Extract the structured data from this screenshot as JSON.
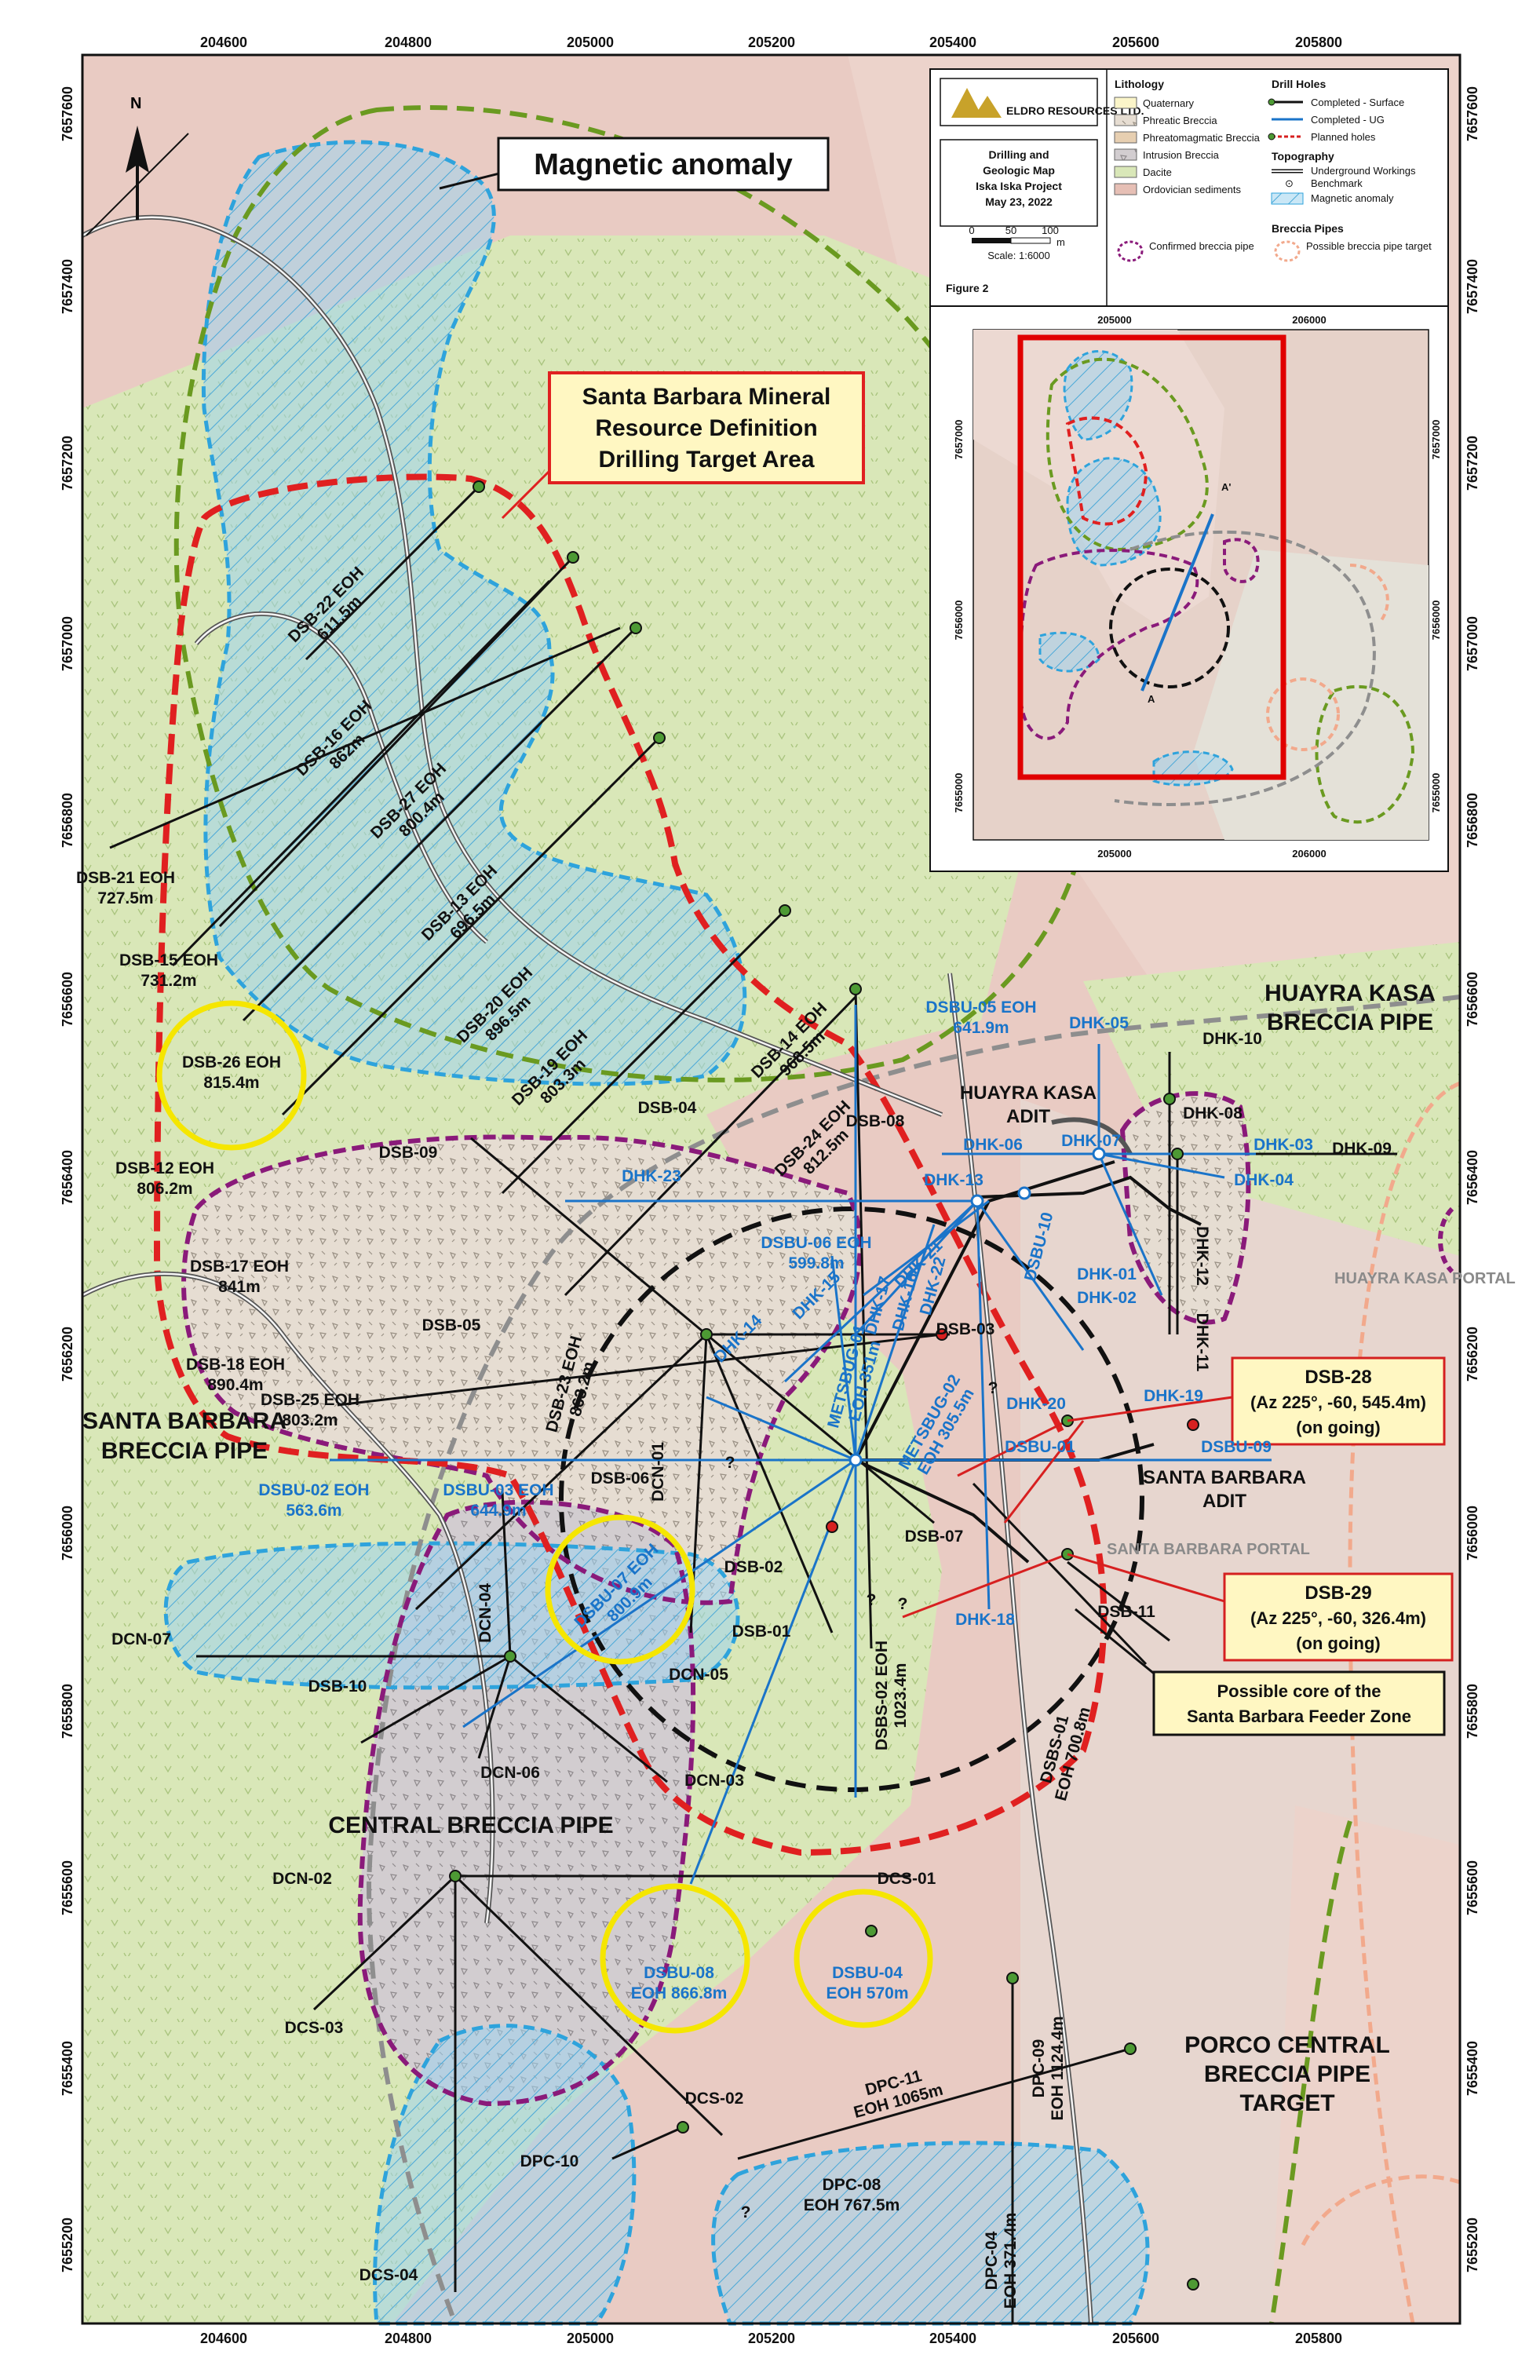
{
  "colors": {
    "background": "#e8c8c0",
    "ordovician": "#d9e7b8",
    "breccia_fill": "#e6ddd2",
    "central_fill": "#cfc9cc",
    "magnetic_anomaly": "#7ec3e6",
    "confirmed_pipe": "#8a1a7a",
    "target_area": "#e02020",
    "possible_pipe": "#f2a98c",
    "green_dash": "#6a9a20",
    "gray_dash": "#8e8e8e",
    "black_dash": "#111111",
    "drill_surface": "#111111",
    "drill_ug": "#1a74c9",
    "planned": "#d72020",
    "highlight_circle": "#f5e600",
    "callout_fill": "#fff7c2",
    "callout_border": "#d42020"
  },
  "axes": {
    "x_ticks": [
      "204600",
      "204800",
      "205000",
      "205200",
      "205400",
      "205600",
      "205800"
    ],
    "y_ticks": [
      "7657600",
      "7657400",
      "7657200",
      "7657000",
      "7656800",
      "7656600",
      "7656400",
      "7656200",
      "7656000",
      "7655800",
      "7655600",
      "7655400",
      "7655200"
    ]
  },
  "callouts": {
    "magnetic": "Magnetic anomaly",
    "target": [
      "Santa Barbara Mineral",
      "Resource Definition",
      "Drilling Target Area"
    ],
    "dsb28": [
      "DSB-28",
      "(Az 225°, -60, 545.4m)",
      "(on going)"
    ],
    "dsb29": [
      "DSB-29",
      "(Az 225°, -60, 326.4m)",
      "(on going)"
    ],
    "feeder": [
      "Possible core of the",
      "Santa Barbara Feeder Zone"
    ]
  },
  "area_labels": {
    "huayra_kasa_pipe": [
      "HUAYRA KASA",
      "BRECCIA PIPE"
    ],
    "huayra_kasa_adit": [
      "HUAYRA KASA",
      "ADIT"
    ],
    "huayra_kasa_portal": "HUAYRA KASA\nPORTAL",
    "santa_barbara_pipe": [
      "SANTA BARBARA",
      "BRECCIA PIPE"
    ],
    "santa_barbara_adit": [
      "SANTA BARBARA",
      "ADIT"
    ],
    "santa_barbara_portal": "SANTA BARBARA PORTAL",
    "central_pipe": "CENTRAL BRECCIA PIPE",
    "porco": [
      "PORCO CENTRAL",
      "BRECCIA PIPE",
      "TARGET"
    ],
    "north": "N"
  },
  "drill_labels_black": [
    [
      "DSB-22 EOH",
      "611.5m"
    ],
    [
      "DSB-16 EOH",
      "862m"
    ],
    [
      "DSB-27 EOH",
      "800.4m"
    ],
    [
      "DSB-13 EOH",
      "696.5m"
    ],
    [
      "DSB-21 EOH",
      "727.5m"
    ],
    [
      "DSB-15 EOH",
      "731.2m"
    ],
    [
      "DSB-26 EOH",
      "815.4m"
    ],
    [
      "DSB-20 EOH",
      "896.5m"
    ],
    [
      "DSB-19 EOH",
      "803.3m"
    ],
    [
      "DSB-14 EOH",
      "968.5m"
    ],
    [
      "DSB-24 EOH",
      "812.5m"
    ],
    [
      "DSB-12 EOH",
      "806.2m"
    ],
    [
      "DSB-17 EOH",
      "841m"
    ],
    [
      "DSB-18 EOH",
      "890.4m"
    ],
    [
      "DSB-25 EOH",
      "803.2m"
    ],
    [
      "DSB-23 EOH",
      "863.2m"
    ],
    [
      "DSBS-02 EOH",
      "1023.4m"
    ],
    [
      "DSBS-01",
      "EOH 700.8m"
    ],
    [
      "DPC-11",
      "EOH 1065m"
    ],
    [
      "DPC-09",
      "EOH 1124.4m"
    ],
    [
      "DPC-08",
      "EOH 767.5m"
    ],
    [
      "DPC-04",
      "EOH 371.4m"
    ]
  ],
  "drill_ids_black": [
    "DSB-04",
    "DSB-08",
    "DSB-09",
    "DSB-05",
    "DSB-03",
    "DSB-06",
    "DSB-02",
    "DSB-01",
    "DSB-07",
    "DSB-10",
    "DSB-11",
    "DCN-01",
    "DCN-04",
    "DCN-07",
    "DCN-05",
    "DCN-06",
    "DCN-03",
    "DCN-02",
    "DCS-01",
    "DCS-03",
    "DCS-02",
    "DCS-04",
    "DPC-10",
    "DHK-10",
    "DHK-08",
    "DHK-09",
    "DHK-12",
    "DHK-11"
  ],
  "drill_labels_blue": [
    [
      "DSBU-05 EOH",
      "641.9m"
    ],
    [
      "DSBU-06 EOH",
      "599.8m"
    ],
    [
      "DSBU-02 EOH",
      "563.6m"
    ],
    [
      "DSBU-03 EOH",
      "644.9m"
    ],
    [
      "DSBU-07 EOH",
      "800.9m"
    ],
    [
      "DSBU-08",
      "EOH 866.8m"
    ],
    [
      "DSBU-04",
      "EOH 570m"
    ],
    [
      "METSBUG-01",
      "EOH 351m"
    ],
    [
      "METSBUG-02",
      "EOH 305.5m"
    ]
  ],
  "drill_ids_blue": [
    "DHK-05",
    "DHK-06",
    "DHK-07",
    "DHK-03",
    "DHK-04",
    "DHK-23",
    "DHK-13",
    "DHK-21",
    "DHK-15",
    "DHK-14",
    "DHK-19",
    "DHK-17",
    "DHK-22",
    "DSBU-10",
    "DHK-01",
    "DHK-02",
    "DHK-20",
    "DSBU-01",
    "DSBU-09",
    "DHK-18",
    "DHK-16"
  ],
  "question_marks": [
    "?",
    "?",
    "?",
    "?",
    "?"
  ],
  "legend": {
    "company": "ELDRO RESOURCES LTD.",
    "title": [
      "Drilling and",
      "Geologic Map",
      "Iska Iska Project",
      "May 23, 2022"
    ],
    "scale_ticks": [
      "0",
      "50",
      "100",
      "m"
    ],
    "scale_text": "Scale: 1:6000",
    "figure": "Figure 2",
    "lithology_head": "Lithology",
    "lithology": [
      "Quaternary",
      "Phreatic Breccia",
      "Phreatomagmatic Breccia",
      "Intrusion Breccia",
      "Dacite",
      "Ordovician sediments"
    ],
    "drill_head": "Drill Holes",
    "drill_items": [
      "Completed - Surface",
      "Completed - UG",
      "Planned holes"
    ],
    "topo_head": "Topography",
    "topo_items": [
      "Underground Workings",
      "Benchmark",
      "Magnetic anomaly"
    ],
    "pipes_head": "Breccia Pipes",
    "pipes_items": [
      "Confirmed breccia pipe",
      "Possible breccia pipe target"
    ]
  },
  "inset": {
    "x_ticks": [
      "205000",
      "206000"
    ],
    "y_ticks": [
      "7657000",
      "7656000",
      "7655000"
    ],
    "section_a": "A",
    "section_b": "A'"
  }
}
